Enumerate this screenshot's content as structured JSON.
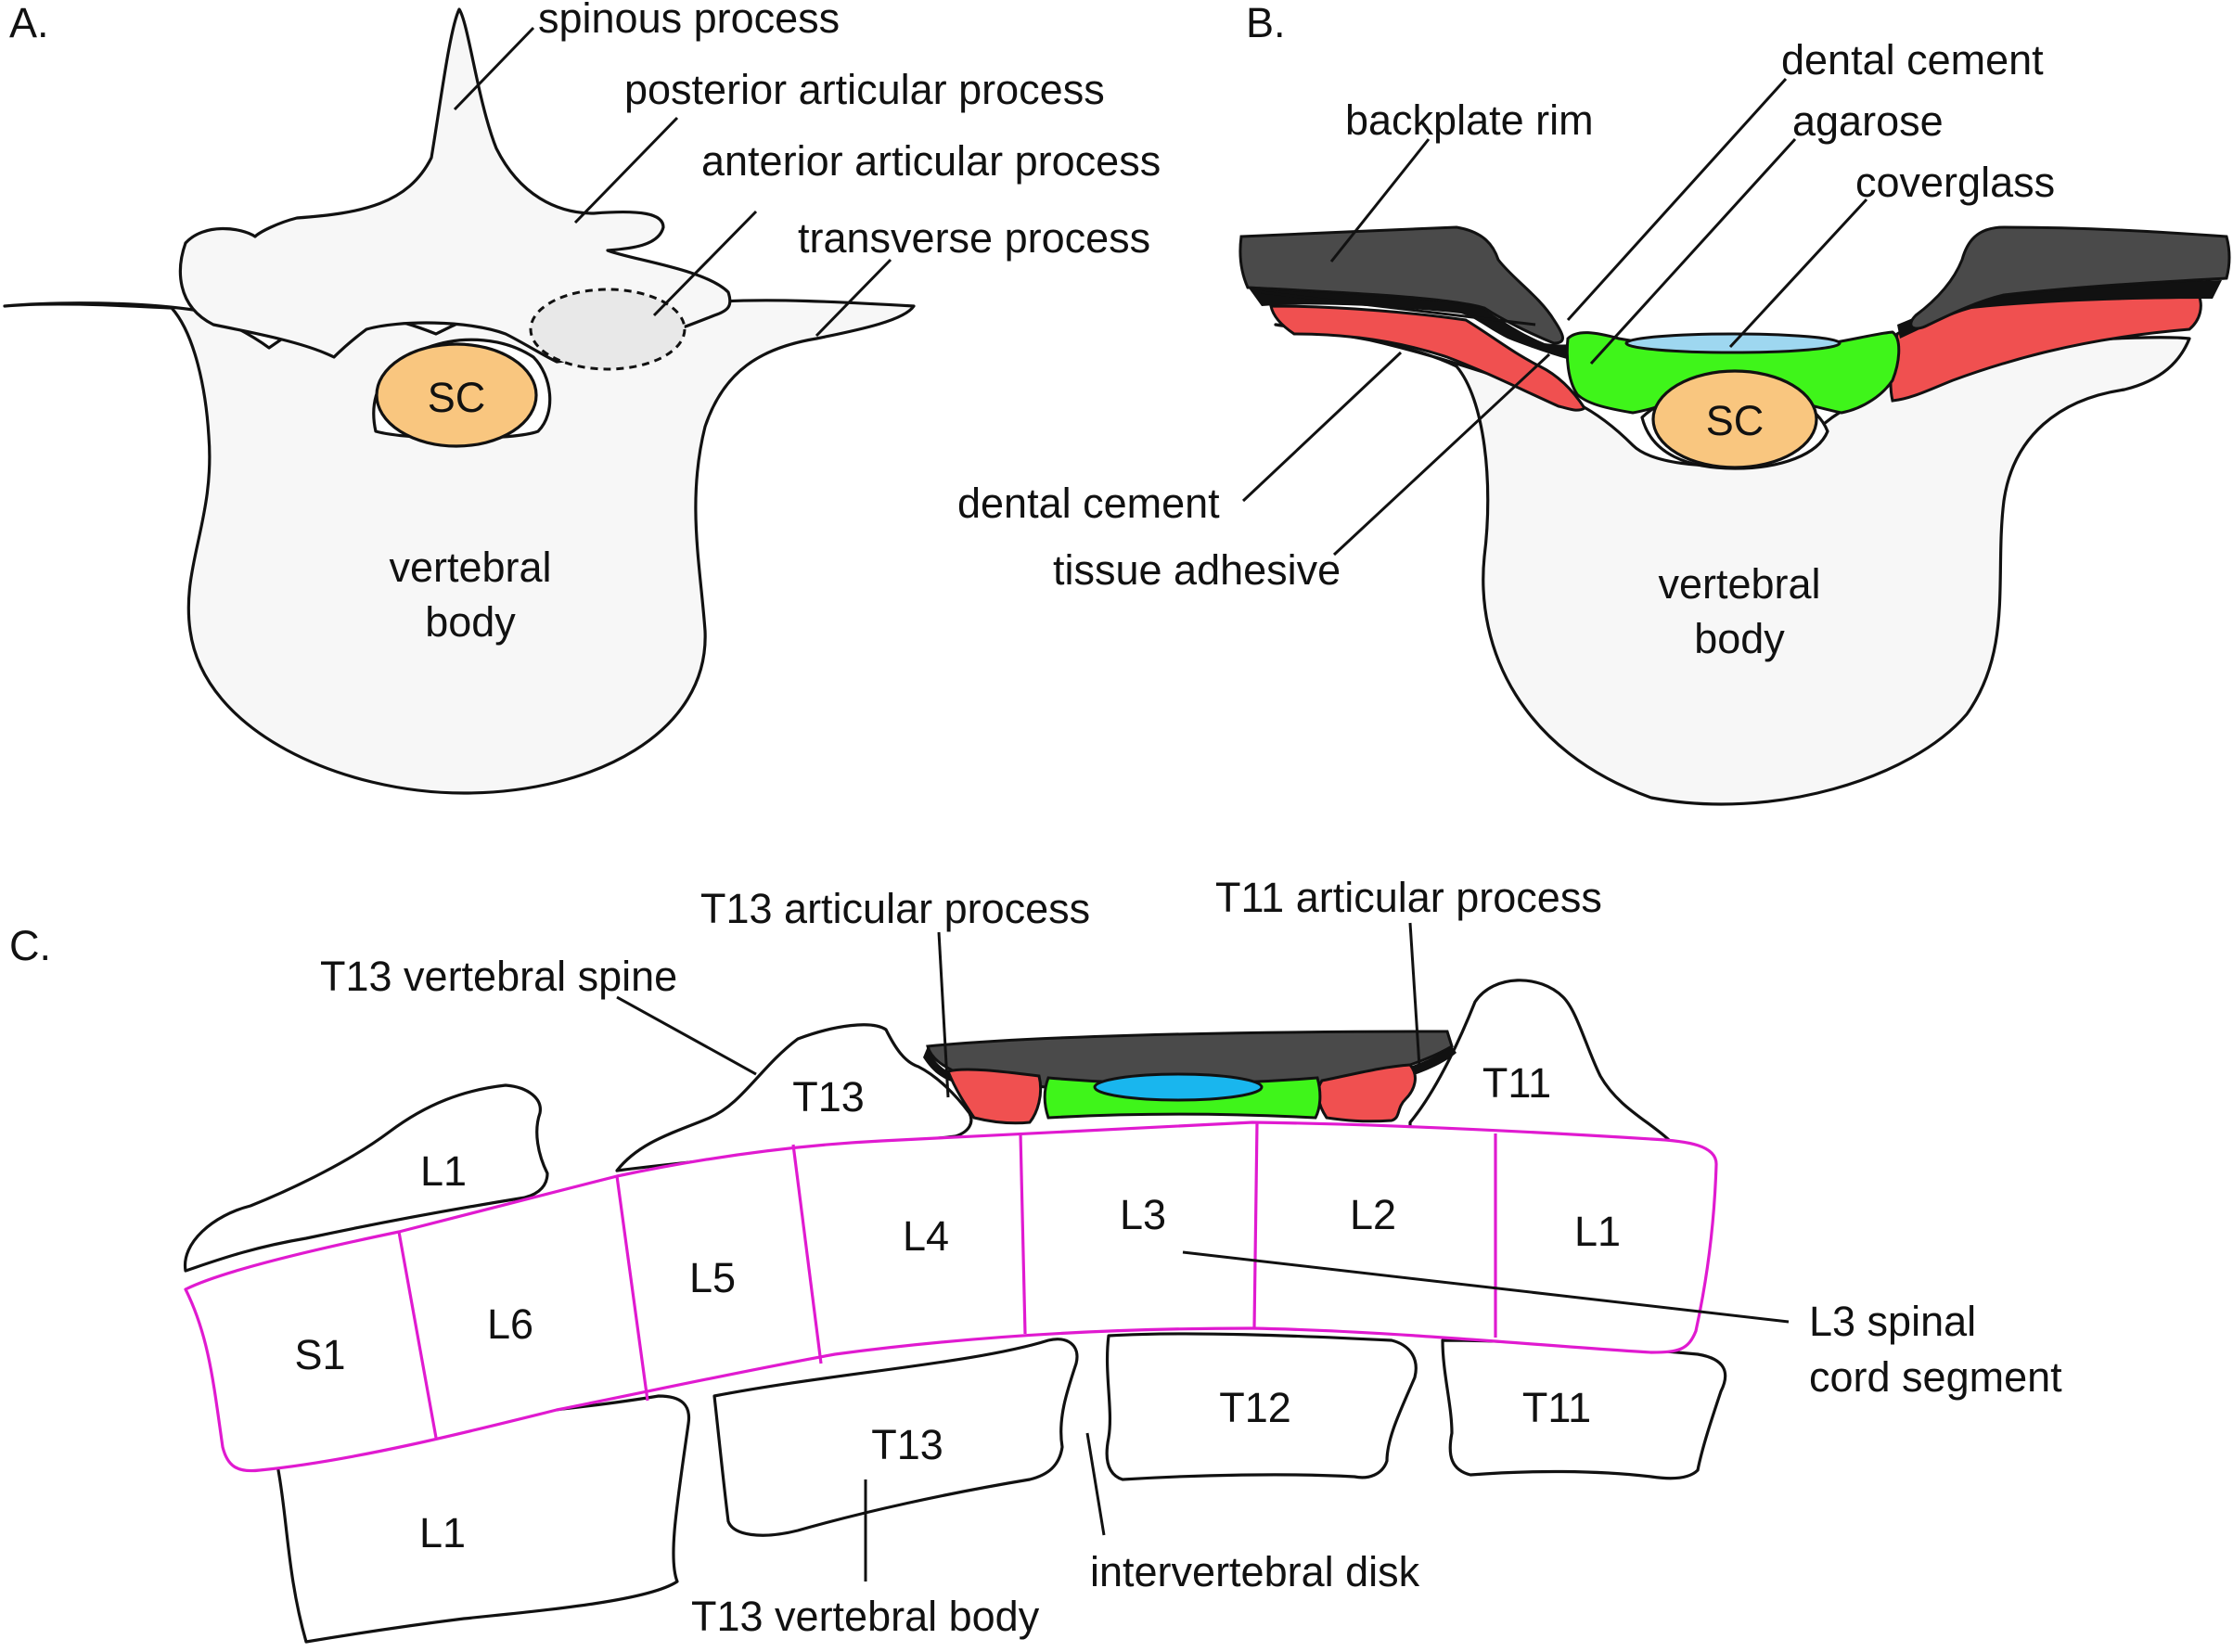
{
  "panels": {
    "a": "A.",
    "b": "B.",
    "c": "C."
  },
  "colors": {
    "spinal_cord": "#f9c67f",
    "backplate": "#4a4a4a",
    "dental_cement": "#111111",
    "tissue_adhesive": "#f05050",
    "agarose": "#3ff51a",
    "coverglass": "#19b6ee",
    "spinal_segment_outline": "#e01ad0",
    "bone_fill": "#f7f7f7"
  },
  "panel_a": {
    "spinous_process": "spinous process",
    "posterior_articular_process": "posterior articular process",
    "anterior_articular_process": "anterior articular process",
    "transverse_process": "transverse process",
    "sc": "SC",
    "vertebral_line1": "vertebral",
    "vertebral_line2": "body"
  },
  "panel_b": {
    "backplate_rim": "backplate rim",
    "dental_cement_top": "dental cement",
    "agarose": "agarose",
    "coverglass": "coverglass",
    "dental_cement_bottom": "dental cement",
    "tissue_adhesive": "tissue adhesive",
    "sc": "SC",
    "vertebral_line1": "vertebral",
    "vertebral_line2": "body"
  },
  "panel_c": {
    "t13_articular_process": "T13 articular process",
    "t11_articular_process": "T11 articular process",
    "t13_vertebral_spine": "T13 vertebral spine",
    "spine_t13": "T13",
    "spine_t11": "T11",
    "spine_l1": "L1",
    "segments": [
      "S1",
      "L6",
      "L5",
      "L4",
      "L3",
      "L2",
      "L1"
    ],
    "bodies": [
      "L1",
      "T13",
      "T12",
      "T11"
    ],
    "l3_segment_line1": "L3 spinal",
    "l3_segment_line2": "cord segment",
    "intervertebral_disk": "intervertebral disk",
    "t13_vertebral_body": "T13 vertebral body"
  }
}
